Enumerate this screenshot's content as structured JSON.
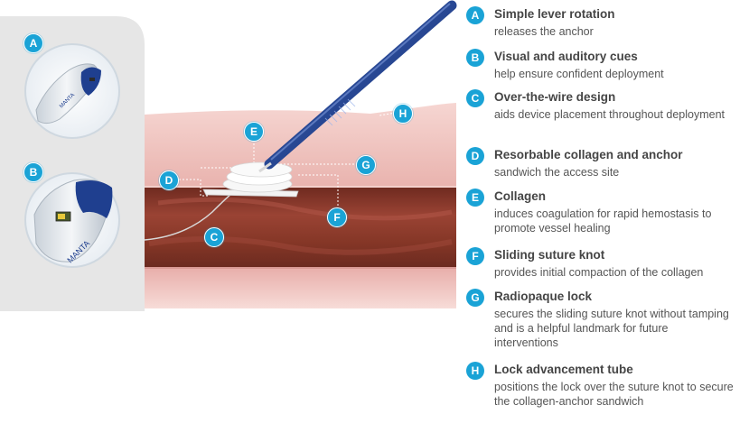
{
  "colors": {
    "accent": "#1aa3d6",
    "device_blue": "#1f3f8f",
    "panel_gray": "#e6e6e6",
    "tissue_pink": "#efc1bd",
    "vessel_red": "#8c3a2a"
  },
  "device": {
    "brand": "MANTA"
  },
  "diagram_callouts": {
    "A": "A",
    "B": "B",
    "C": "C",
    "D": "D",
    "E": "E",
    "F": "F",
    "G": "G",
    "H": "H"
  },
  "legend": [
    {
      "letter": "A",
      "title": "Simple lever rotation",
      "desc": "releases the anchor"
    },
    {
      "letter": "B",
      "title": "Visual and auditory cues",
      "desc": "help ensure confident deployment"
    },
    {
      "letter": "C",
      "title": "Over-the-wire design",
      "desc": "aids device placement throughout deployment"
    },
    {
      "letter": "D",
      "title": "Resorbable collagen and anchor",
      "desc": "sandwich the access site"
    },
    {
      "letter": "E",
      "title": "Collagen",
      "desc": "induces coagulation for rapid hemostasis to promote vessel healing"
    },
    {
      "letter": "F",
      "title": "Sliding suture knot",
      "desc": "provides initial compaction of the collagen"
    },
    {
      "letter": "G",
      "title": "Radiopaque lock",
      "desc": "secures the sliding suture knot without tamping and is a helpful landmark for future interventions"
    },
    {
      "letter": "H",
      "title": "Lock advancement tube",
      "desc": "positions the lock over the suture knot to secure the collagen-anchor sandwich"
    }
  ]
}
